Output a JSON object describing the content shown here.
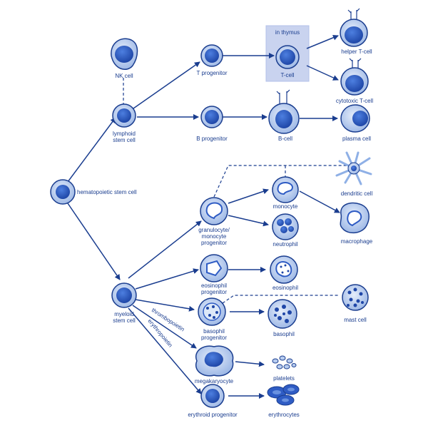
{
  "labels": {
    "hsc": "hematopoietic stem cell",
    "nk": "NK cell",
    "lymphoid": [
      "lymphoid",
      "stem cell"
    ],
    "t_progenitor": "T progenitor",
    "in_thymus": "in thymus",
    "t_cell": "T-cell",
    "helper_t": "helper T-cell",
    "cytotoxic_t": "cytotoxic T-cell",
    "b_progenitor": "B progenitor",
    "b_cell": "B-cell",
    "plasma": "plasma cell",
    "gm_progenitor": [
      "granulocyte/",
      "monocyte",
      "progenitor"
    ],
    "monocyte": "monocyte",
    "dendritic": "dendritic cell",
    "macrophage": "macrophage",
    "neutrophil": "neutrophil",
    "eos_progenitor": [
      "eosinophil",
      "progenitor"
    ],
    "eosinophil": "eosinophil",
    "myeloid": [
      "myeloid",
      "stem cell"
    ],
    "baso_progenitor": [
      "basophil",
      "progenitor"
    ],
    "basophil": "basophil",
    "mast": "mast cell",
    "thrombopoietin": "thrombopoietin",
    "erythropoietin": "erythropoietin",
    "megakaryocyte": "megakaryocyte",
    "platelets": "platelets",
    "erythroid": "erythroid progenitor",
    "erythrocytes": "erythrocytes"
  },
  "colors": {
    "line": "#1a3d8f",
    "cell_fill": "#c8d9f2",
    "nucleus": "#2f5cc4",
    "thymus_box": "#c9d3ef"
  }
}
